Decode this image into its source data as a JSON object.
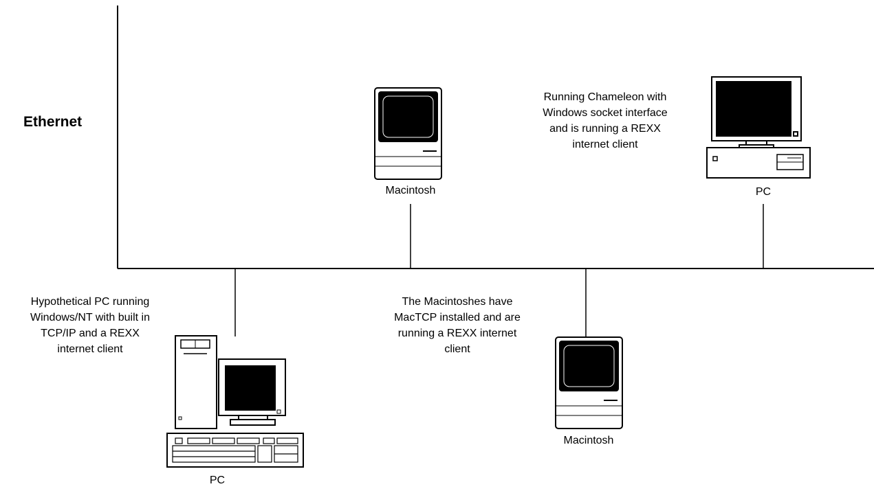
{
  "diagram": {
    "network_label": "Ethernet",
    "nodes": [
      {
        "id": "mac-top",
        "type": "Macintosh",
        "label": "Macintosh"
      },
      {
        "id": "pc-top-right",
        "type": "PC",
        "label": "PC",
        "description_lines": [
          "Running Chameleon with",
          "Windows socket interface",
          "and is running a REXX",
          "internet client"
        ]
      },
      {
        "id": "pc-bottom-left",
        "type": "PC",
        "label": "PC",
        "description_lines": [
          "Hypothetical PC running",
          "Windows/NT with built in",
          "TCP/IP and a REXX",
          "internet client"
        ]
      },
      {
        "id": "mac-bottom",
        "type": "Macintosh",
        "label": "Macintosh"
      }
    ],
    "shared_note_lines": [
      "The Macintoshes have",
      "MacTCP installed and are",
      "running a REXX internet",
      "client"
    ],
    "colors": {
      "line": "#000000",
      "screen": "#000000",
      "case": "#ffffff"
    }
  }
}
